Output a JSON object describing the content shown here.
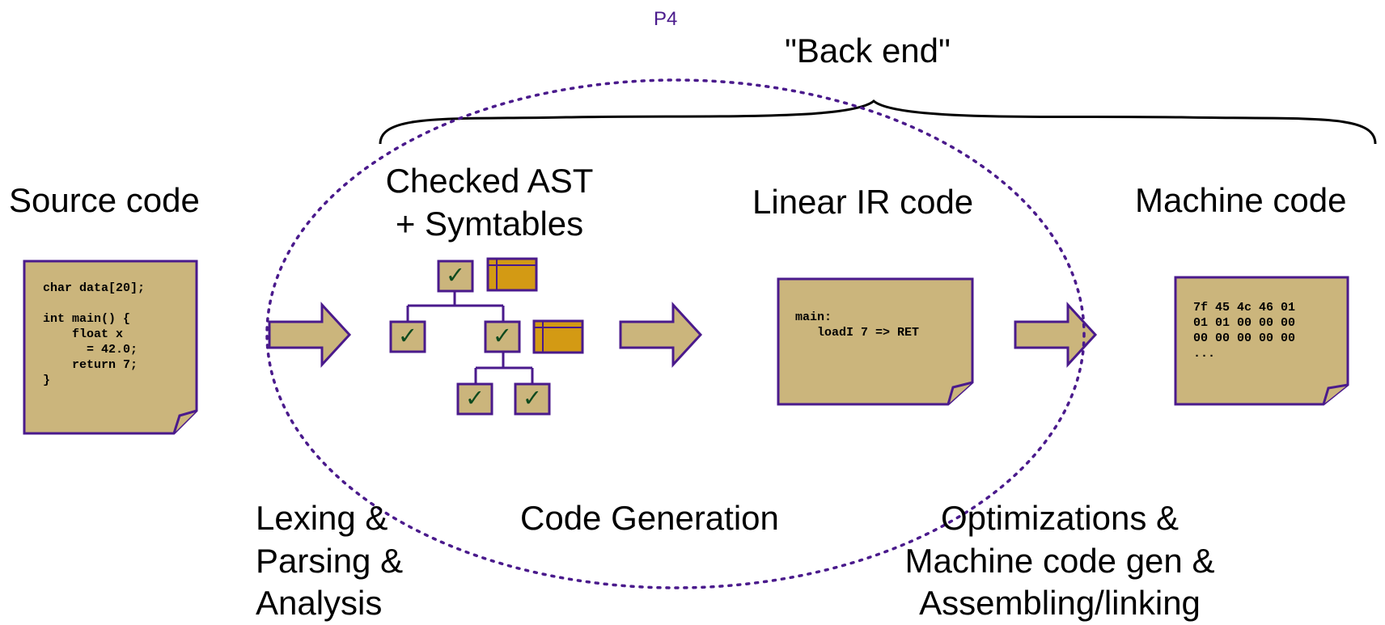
{
  "p4_label": "P4",
  "back_end_label": "\"Back end\"",
  "stages": {
    "source": {
      "title": "Source code",
      "code": "char data[20];\n\nint main() {\n    float x\n      = 42.0;\n    return 7;\n}"
    },
    "ast": {
      "title_line1": "Checked AST",
      "title_line2": "+ Symtables"
    },
    "ir": {
      "title": "Linear IR code",
      "code": "main:\n   loadI 7 => RET"
    },
    "machine": {
      "title": "Machine code",
      "code": "7f 45 4c 46 01\n01 01 00 00 00\n00 00 00 00 00\n..."
    }
  },
  "steps": {
    "lexing": {
      "line1": "Lexing &",
      "line2": "Parsing &",
      "line3": "Analysis"
    },
    "codegen": {
      "label": "Code Generation"
    },
    "opt": {
      "line1": "Optimizations &",
      "line2": "Machine code gen &",
      "line3": "Assembling/linking"
    }
  },
  "check_glyph": "✓",
  "icons": {
    "doc": "document-icon",
    "tree": "ast-tree",
    "table": "symbol-table-icon",
    "check": "checkmark-icon",
    "arrow": "arrow-right"
  },
  "colors": {
    "box_fill": "#cbb57c",
    "box_stroke": "#4a1a8c",
    "table_fill": "#d39a14",
    "check_color": "#0d4a1e",
    "dotted": "#4a1a8c"
  }
}
